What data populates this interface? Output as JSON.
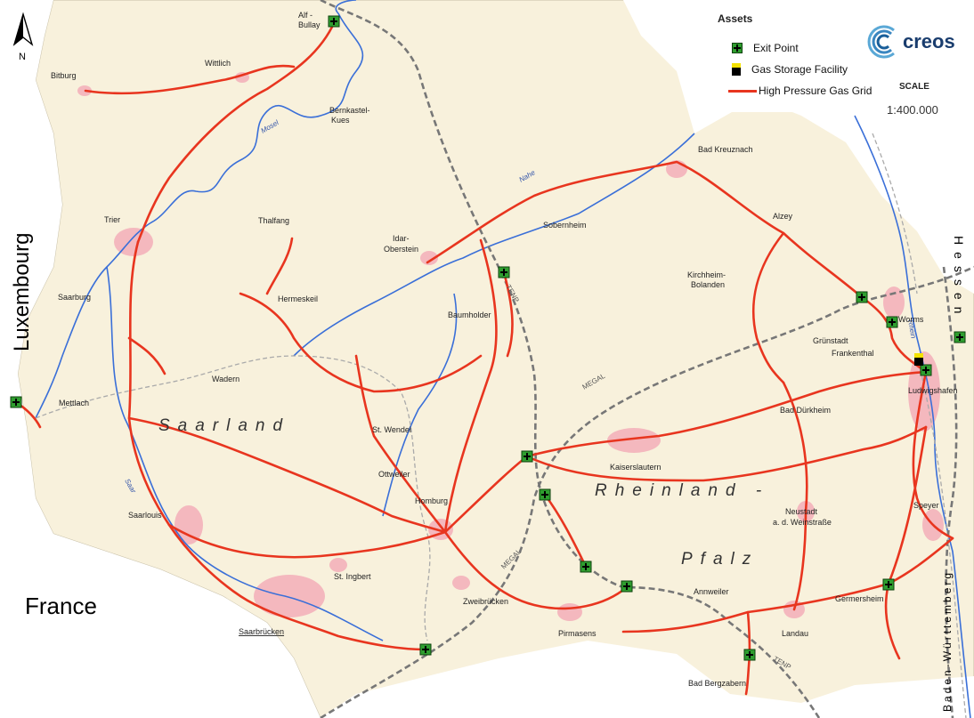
{
  "legend": {
    "title": "Assets",
    "items": [
      {
        "label": "Exit Point",
        "symbol": "exit-point-icon"
      },
      {
        "label": "Gas Storage Facility",
        "symbol": "gas-storage-icon"
      },
      {
        "label": "High Pressure Gas Grid",
        "symbol": "gas-grid-line-icon"
      }
    ]
  },
  "logo": {
    "text": "creos"
  },
  "scale": {
    "title": "SCALE",
    "value": "1:400.000"
  },
  "compass": {
    "label": "N"
  },
  "countries": {
    "luxembourg": "Luxembourg",
    "france": "France",
    "hessen": "Hessen",
    "baden": "Baden-Württemberg"
  },
  "regions": {
    "saarland": "Saarland",
    "rheinland": "Rheinland -",
    "pfalz": "Pfalz"
  },
  "rivers": {
    "mosel": "Mosel",
    "nahe": "Nahe",
    "saar": "Saar",
    "rhein": "Rhein"
  },
  "pipelines": {
    "tenp1": "TENP",
    "tenp2": "TENP",
    "megal1": "MEGAL",
    "megal2": "MEGAL"
  },
  "cities": {
    "alf_1": "Alf -",
    "alf_2": "Bullay",
    "bitburg": "Bitburg",
    "wittlich": "Wittlich",
    "bernkastel_1": "Bernkastel-",
    "bernkastel_2": "Kues",
    "bad_kreuznach": "Bad Kreuznach",
    "trier": "Trier",
    "thalfang": "Thalfang",
    "idar_1": "Idar-",
    "idar_2": "Oberstein",
    "sobernheim": "Sobernheim",
    "alzey": "Alzey",
    "kirchheim_1": "Kirchheim-",
    "kirchheim_2": "Bolanden",
    "saarburg": "Saarburg",
    "hermeskeil": "Hermeskeil",
    "baumholder": "Baumholder",
    "worms": "Worms",
    "gruenstadt": "Grünstadt",
    "frankenthal": "Frankenthal",
    "wadern": "Wadern",
    "mettlach": "Mettlach",
    "ludwigshafen": "Ludwigshafen",
    "st_wendel": "St. Wendel",
    "bad_duerkheim": "Bad Dürkheim",
    "kaiserslautern": "Kaiserslautern",
    "ottweiler": "Ottweiler",
    "homburg": "Homburg",
    "saarlouis": "Saarlouis",
    "neustadt_1": "Neustadt",
    "neustadt_2": "a. d. Weinstraße",
    "speyer": "Speyer",
    "st_ingbert": "St. Ingbert",
    "zweibruecken": "Zweibrücken",
    "annweiler": "Annweiler",
    "germersheim": "Germersheim",
    "saarbruecken": "Saarbrücken",
    "pirmasens": "Pirmasens",
    "landau": "Landau",
    "bad_bergzabern": "Bad Bergzabern"
  },
  "colors": {
    "land": "#f8f1dc",
    "outside": "#ffffff",
    "urban": "#f4b8be",
    "river": "#3a6fd8",
    "pipe": "#e8351f",
    "border": "#999999",
    "transit": "#777777",
    "exit_point": "#2f9e2f"
  }
}
